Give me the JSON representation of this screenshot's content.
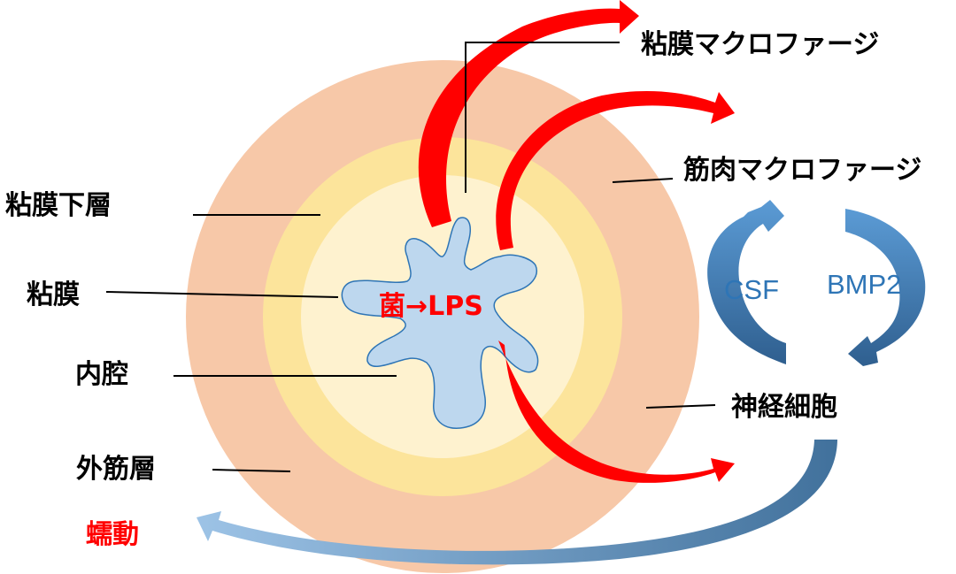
{
  "labels": {
    "mucosal_macrophage": "粘膜マクロファージ",
    "muscle_macrophage": "筋肉マクロファージ",
    "submucosa": "粘膜下層",
    "mucosa": "粘膜",
    "lumen": "内腔",
    "outer_muscle_layer": "外筋層",
    "peristalsis": "蠕動",
    "neuron": "神経細胞",
    "bacteria_lps": "菌→LPS",
    "csf": "CSF",
    "bmp2": "BMP2"
  },
  "colors": {
    "outer_layer": "#F7C8A8",
    "middle_layer": "#FCE49B",
    "inner_layer": "#FEF2CF",
    "lumen": "#BDD7EE",
    "lumen_outline": "#2E75B6",
    "red_arrow": "#FF0000",
    "red_arrow_dark": "#C00000",
    "blue_arrow": "#5B9BD5",
    "blue_arrow_dark": "#41719C",
    "label_red": "#FF0000",
    "label_blue": "#2E75B6",
    "label_black": "#000000"
  }
}
